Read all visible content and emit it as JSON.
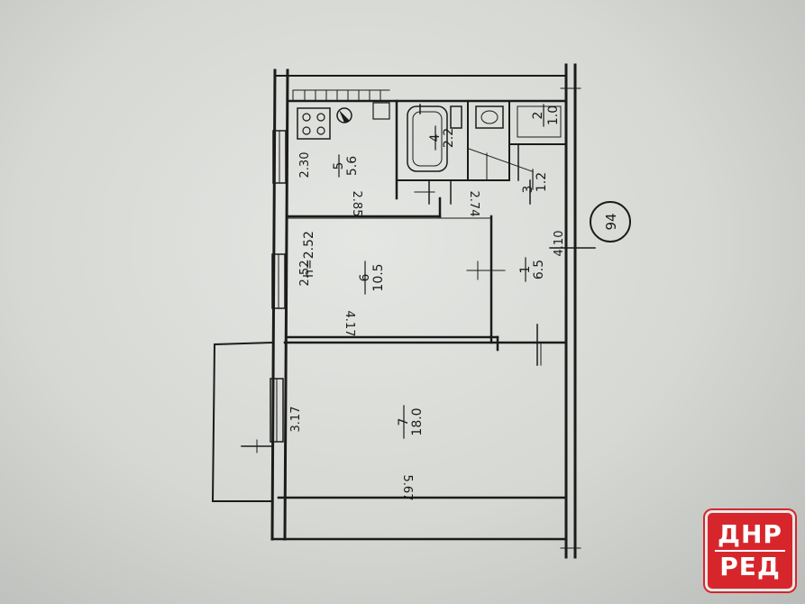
{
  "plan": {
    "apartment_number": "94",
    "ceiling_height": "h=2.52",
    "rooms": [
      {
        "id": "1",
        "area": "6.5"
      },
      {
        "id": "2",
        "area": "1.0"
      },
      {
        "id": "3",
        "area": "1.2"
      },
      {
        "id": "4",
        "area": "2.2"
      },
      {
        "id": "5",
        "area": "5.6"
      },
      {
        "id": "6",
        "area": "10.5"
      },
      {
        "id": "7",
        "area": "18.0"
      }
    ],
    "dimensions": {
      "kitchen_width": "2.30",
      "kitchen_length": "2.85",
      "bath_length": "2.74",
      "room6_width": "2.52",
      "room6_length": "4.17",
      "hall_length": "4.10",
      "room7_width": "3.17",
      "room7_length": "5.67"
    }
  },
  "watermark": {
    "line1": "ДНР",
    "line2": "РЕД"
  },
  "colors": {
    "ink": "#1b1b1b",
    "watermark": "#d7262b"
  }
}
